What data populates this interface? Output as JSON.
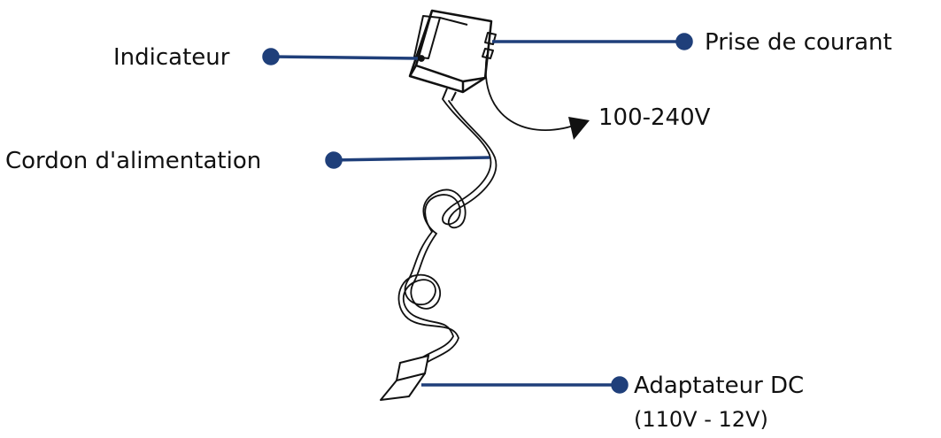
{
  "colors": {
    "leader_line": "#1f3f7a",
    "leader_dot": "#1f3f7a",
    "drawing_stroke": "#111111",
    "text": "#111111"
  },
  "labels": {
    "indicator": "Indicateur",
    "power_outlet": "Prise de courant",
    "power_cord": "Cordon d'alimentation",
    "voltage_input": "100-240V",
    "dc_adapter": "Adaptateur DC",
    "dc_adapter_rating": "(110V - 12V)"
  }
}
